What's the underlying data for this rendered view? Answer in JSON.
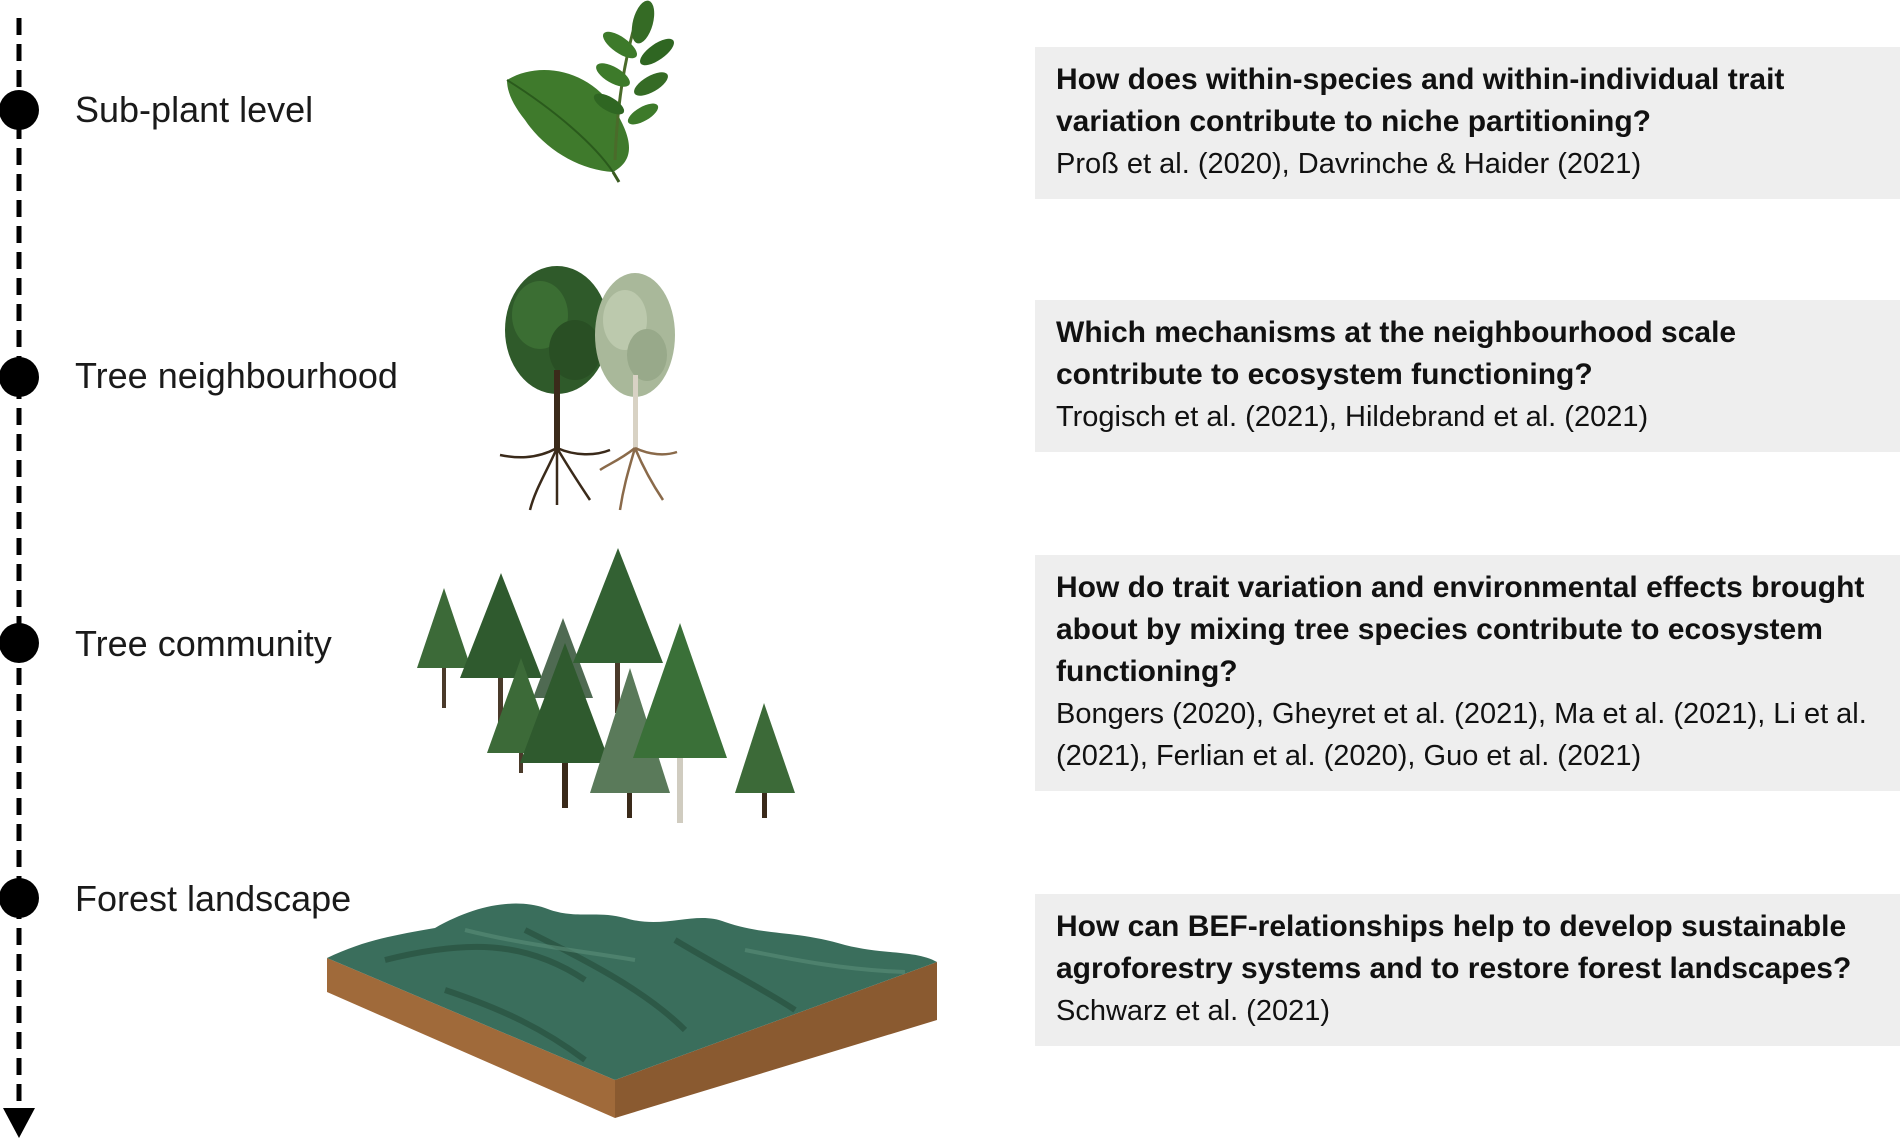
{
  "levels": [
    {
      "label": "Sub-plant level",
      "question": "How does within-species and within-individual trait variation contribute to niche partitioning?",
      "references": "Proß et al. (2020), Davrinche & Haider (2021)"
    },
    {
      "label": "Tree neighbourhood",
      "question": "Which mechanisms at the neighbourhood scale contribute to ecosystem functioning?",
      "references": "Trogisch et al. (2021), Hildebrand et al. (2021)"
    },
    {
      "label": "Tree community",
      "question": "How do trait variation and environmental effects brought about by mixing tree species contribute to ecosystem functioning?",
      "references": "Bongers (2020), Gheyret et al. (2021), Ma et al. (2021), Li et al. (2021), Ferlian et al. (2020), Guo et al. (2021)"
    },
    {
      "label": "Forest landscape",
      "question": "How can BEF-relationships help to develop sustainable agroforestry systems and to restore forest landscapes?",
      "references": "Schwarz et al. (2021)"
    }
  ],
  "colors": {
    "axis": "#000000",
    "box_fill": "#eeeeee",
    "leaf_green": "#3f7a2c",
    "conifer_green": "#2f5a2e",
    "soil_brown": "#a06a3a",
    "terrain_green": "#3a6e5c"
  },
  "icons": [
    "leaf-icon",
    "compound-leaf-icon",
    "tree-pair-icon",
    "conifer-forest-icon",
    "landscape-block-icon"
  ]
}
